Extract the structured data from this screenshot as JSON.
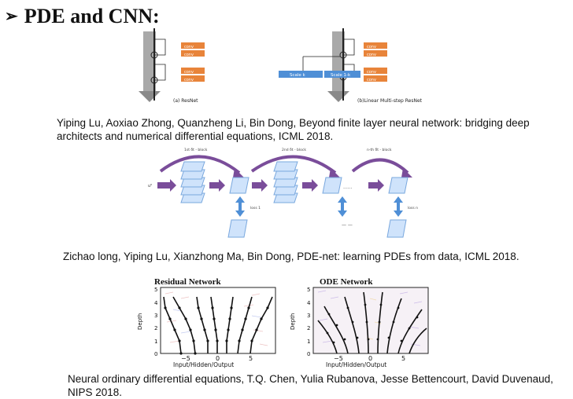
{
  "slide": {
    "title": "PDE and CNN:",
    "bullet_icon": "arrow-bullet-icon"
  },
  "figure1": {
    "left_caption": "(a) ResNet",
    "right_caption": "(b)Linear Multi-step ResNet",
    "conv_label": "conv",
    "scale_k": "Scale k",
    "scale_1k": "Scale 1-k"
  },
  "citations": [
    "Yiping Lu, Aoxiao Zhong, Quanzheng Li, Bin Dong, Beyond finite layer neural network: bridging deep architects and numerical differential equations, ICML 2018.",
    "Zichao long, Yiping Lu, Xianzhong Ma, Bin Dong, PDE-net: learning PDEs from data, ICML 2018.",
    "Neural ordinary differential equations, T.Q. Chen, Yulia Rubanova, Jesse Bettencourt, David Duvenaud, NIPS 2018."
  ],
  "figure2": {
    "block1": "1st δt - block",
    "block2": "2nd δt - block",
    "blockn": "n-th δt - block",
    "dots": "......",
    "loss1": "loss 1",
    "lossn": "loss n"
  },
  "figure3": {
    "left_title": "Residual Network",
    "right_title": "ODE Network",
    "ylabel": "Depth",
    "xlabel": "Input/Hidden/Output",
    "xticks": [
      "−5",
      "0",
      "5"
    ],
    "yticks": [
      "0",
      "1",
      "2",
      "3",
      "4",
      "5"
    ]
  },
  "colors": {
    "orange": "#e8843a",
    "blue": "#4f8fd6",
    "purple": "#7a4d9a",
    "light_blue": "#cfe3fb",
    "gray_arrow": "#8a8a8a"
  }
}
